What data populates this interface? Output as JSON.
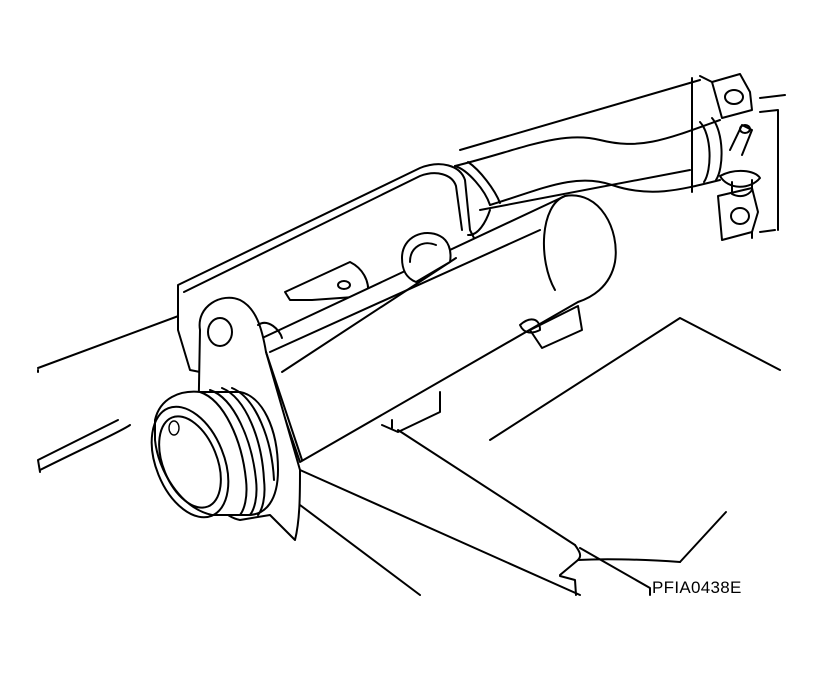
{
  "figure": {
    "code": "PFIA0438E",
    "colors": {
      "line": "#000000",
      "background": "#ffffff"
    },
    "depicts": [
      "engine-mount-bracket",
      "cylindrical-housing",
      "pulley-flange",
      "pipe",
      "hose-clamp",
      "mounting-bracket",
      "bolt"
    ]
  }
}
